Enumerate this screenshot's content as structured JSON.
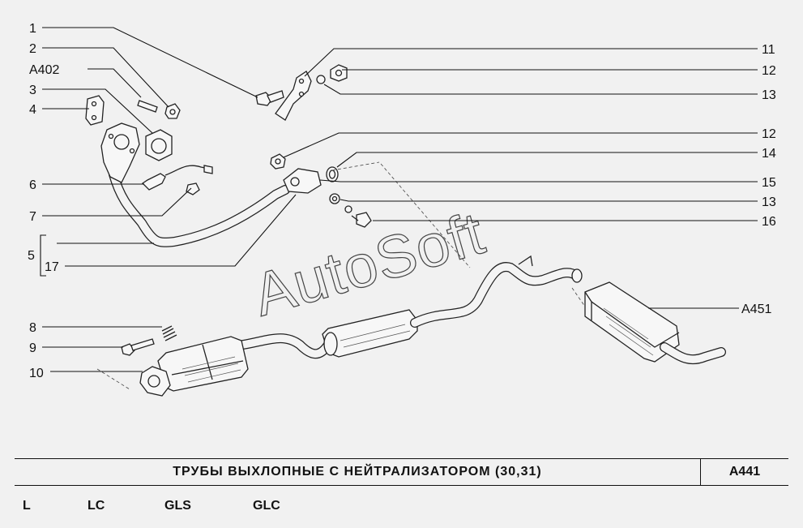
{
  "watermark": "AutoSoft",
  "callouts": {
    "c1": "1",
    "c2": "2",
    "a402": "A402",
    "c3": "3",
    "c4": "4",
    "c6": "6",
    "c7": "7",
    "c5": "5",
    "c17": "17",
    "c8": "8",
    "c9": "9",
    "c10": "10",
    "c11": "11",
    "c12a": "12",
    "c13a": "13",
    "c12b": "12",
    "c14": "14",
    "c15": "15",
    "c13b": "13",
    "c16": "16",
    "a451": "A451"
  },
  "title_block": {
    "title": "ТРУБЫ ВЫХЛОПНЫЕ С НЕЙТРАЛИЗАТОРОМ (30,31)",
    "code": "A441"
  },
  "variants": [
    "L",
    "LC",
    "GLS",
    "GLC"
  ]
}
